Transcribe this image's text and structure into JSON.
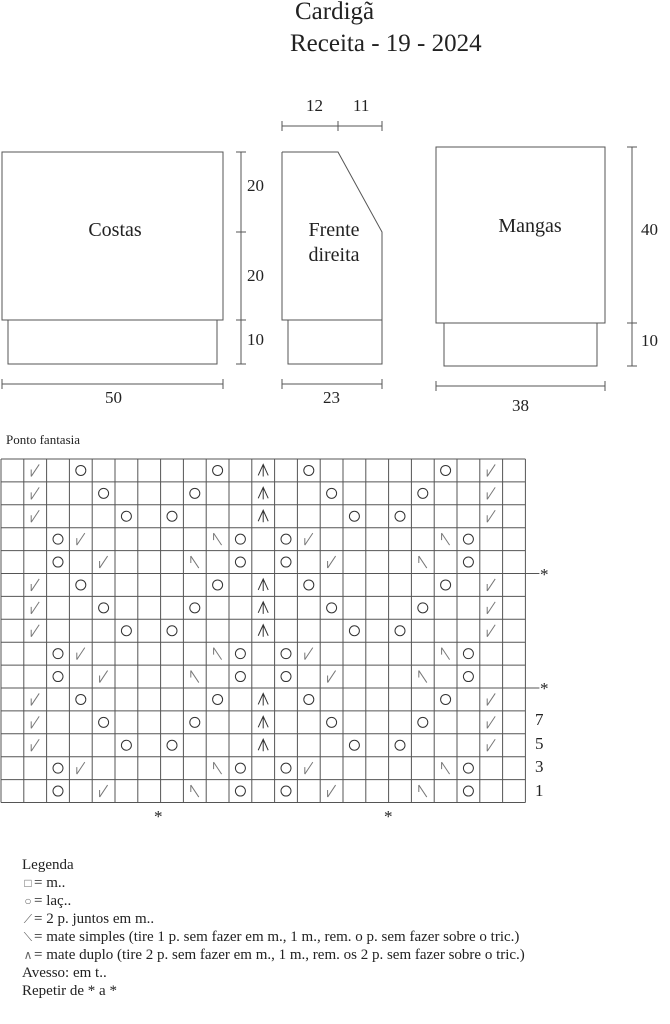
{
  "title": "Cardigã",
  "subtitle": "Receita - 19 - 2024",
  "schematics": {
    "back": {
      "label": "Costas",
      "width": "50",
      "heights": [
        "20",
        "20",
        "10"
      ]
    },
    "front": {
      "label_line1": "Frente",
      "label_line2": "direita",
      "width": "23",
      "top_widths": [
        "12",
        "11"
      ]
    },
    "sleeves": {
      "label": "Mangas",
      "width": "38",
      "heights": [
        "40",
        "10"
      ]
    }
  },
  "chart": {
    "title": "Ponto fantasia",
    "row_numbers": [
      "7",
      "5",
      "3",
      "1"
    ],
    "repeat_marker": "*",
    "grid": [
      [
        "",
        "k2tog",
        "",
        "yo",
        "",
        "",
        "",
        "",
        "",
        "yo",
        "",
        "dd",
        "",
        "yo",
        "",
        "",
        "",
        "",
        "",
        "yo",
        "",
        "k2tog",
        ""
      ],
      [
        "",
        "k2tog",
        "",
        "",
        "yo",
        "",
        "",
        "",
        "yo",
        "",
        "",
        "dd",
        "",
        "",
        "yo",
        "",
        "",
        "",
        "yo",
        "",
        "",
        "k2tog",
        ""
      ],
      [
        "",
        "k2tog",
        "",
        "",
        "",
        "yo",
        "",
        "yo",
        "",
        "",
        "",
        "dd",
        "",
        "",
        "",
        "yo",
        "",
        "yo",
        "",
        "",
        "",
        "k2tog",
        ""
      ],
      [
        "",
        "",
        "yo",
        "k2tog",
        "",
        "",
        "",
        "",
        "",
        "ssk",
        "yo",
        "",
        "yo",
        "k2tog",
        "",
        "",
        "",
        "",
        "",
        "ssk",
        "yo",
        "",
        ""
      ],
      [
        "",
        "",
        "yo",
        "",
        "k2tog",
        "",
        "",
        "",
        "ssk",
        "",
        "yo",
        "",
        "yo",
        "",
        "k2tog",
        "",
        "",
        "",
        "ssk",
        "",
        "yo",
        "",
        ""
      ],
      [
        "",
        "k2tog",
        "",
        "yo",
        "",
        "",
        "",
        "",
        "",
        "yo",
        "",
        "dd",
        "",
        "yo",
        "",
        "",
        "",
        "",
        "",
        "yo",
        "",
        "k2tog",
        ""
      ],
      [
        "",
        "k2tog",
        "",
        "",
        "yo",
        "",
        "",
        "",
        "yo",
        "",
        "",
        "dd",
        "",
        "",
        "yo",
        "",
        "",
        "",
        "yo",
        "",
        "",
        "k2tog",
        ""
      ],
      [
        "",
        "k2tog",
        "",
        "",
        "",
        "yo",
        "",
        "yo",
        "",
        "",
        "",
        "dd",
        "",
        "",
        "",
        "yo",
        "",
        "yo",
        "",
        "",
        "",
        "k2tog",
        ""
      ],
      [
        "",
        "",
        "yo",
        "k2tog",
        "",
        "",
        "",
        "",
        "",
        "ssk",
        "yo",
        "",
        "yo",
        "k2tog",
        "",
        "",
        "",
        "",
        "",
        "ssk",
        "yo",
        "",
        ""
      ],
      [
        "",
        "",
        "yo",
        "",
        "k2tog",
        "",
        "",
        "",
        "ssk",
        "",
        "yo",
        "",
        "yo",
        "",
        "k2tog",
        "",
        "",
        "",
        "ssk",
        "",
        "yo",
        "",
        ""
      ],
      [
        "",
        "k2tog",
        "",
        "yo",
        "",
        "",
        "",
        "",
        "",
        "yo",
        "",
        "dd",
        "",
        "yo",
        "",
        "",
        "",
        "",
        "",
        "yo",
        "",
        "k2tog",
        ""
      ],
      [
        "",
        "k2tog",
        "",
        "",
        "yo",
        "",
        "",
        "",
        "yo",
        "",
        "",
        "dd",
        "",
        "",
        "yo",
        "",
        "",
        "",
        "yo",
        "",
        "",
        "k2tog",
        ""
      ],
      [
        "",
        "k2tog",
        "",
        "",
        "",
        "yo",
        "",
        "yo",
        "",
        "",
        "",
        "dd",
        "",
        "",
        "",
        "yo",
        "",
        "yo",
        "",
        "",
        "",
        "k2tog",
        ""
      ],
      [
        "",
        "",
        "yo",
        "k2tog",
        "",
        "",
        "",
        "",
        "",
        "ssk",
        "yo",
        "",
        "yo",
        "k2tog",
        "",
        "",
        "",
        "",
        "",
        "ssk",
        "yo",
        "",
        ""
      ],
      [
        "",
        "",
        "yo",
        "",
        "k2tog",
        "",
        "",
        "",
        "ssk",
        "",
        "yo",
        "",
        "yo",
        "",
        "k2tog",
        "",
        "",
        "",
        "ssk",
        "",
        "yo",
        "",
        ""
      ]
    ]
  },
  "legend": {
    "title": "Legenda",
    "knit": "= m..",
    "yo": "= laç..",
    "k2tog": "= 2 p. juntos em m..",
    "ssk": "= mate simples (tire 1 p. sem fazer em m., 1 m., rem. o p. sem fazer sobre o tric.)",
    "dd": "= mate duplo (tire 2 p. sem fazer em m., 1 m., rem. os 2 p. sem fazer sobre o tric.)",
    "wrong_side": "Avesso: em t..",
    "repeat": "Repetir de * a *"
  },
  "colors": {
    "line": "#555555",
    "text": "#222222",
    "symbol": "#777777"
  }
}
